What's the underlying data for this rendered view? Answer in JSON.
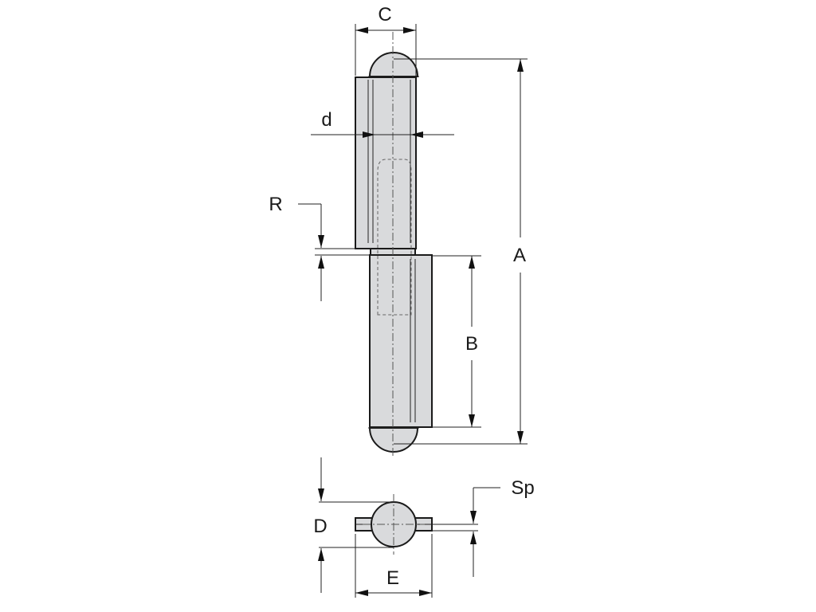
{
  "labels": {
    "A": "A",
    "B": "B",
    "C": "C",
    "D": "D",
    "E": "E",
    "d": "d",
    "R": "R",
    "Sp": "Sp"
  },
  "colors": {
    "metal": "#d9dadc",
    "line": "#1a1a1a"
  }
}
